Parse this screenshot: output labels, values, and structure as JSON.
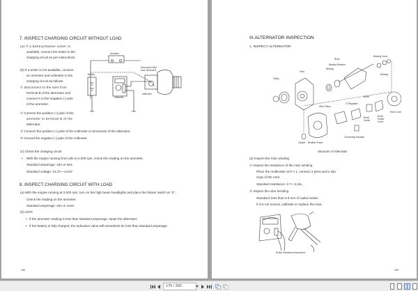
{
  "left_page": {
    "heading": "7. INSPECT CHARGING CIRCUIT WITHOUT LOAD",
    "a_lines": [
      "(a) If a battery/starter tester is",
      "available, connect the tester to the",
      "charging circuit as per instructions."
    ],
    "b_lines": [
      "(b) If a tester is not available, connect",
      "an ammeter and voltmeter to the",
      "charging circuit as follows."
    ],
    "step1_lines": [
      "①  Disconnect to the wire from",
      "terminal B of the alternator and",
      "connect it to the negative (-) pole",
      "of the ammeter."
    ],
    "step2_lines": [
      "②  Connect the positive (+) pole of the",
      "ammeter to terminal B of the",
      "alternator."
    ],
    "step3": "③  Connect the positive (+) pole of the voltmeter to terminal B of the alternator.",
    "step4": "④  Ground the negative (-) pole of the voltmeter.",
    "c_heading": "(c) Check the charging circuit",
    "c_bullet": "With the engine running from idle to 2,000 rpm, check the reading on the ammeter.",
    "c_amperage": "Standard amperage: 10A or less",
    "c_voltage": "Standard voltage: 13.2V—14.8V",
    "heading8": "8. INSPECT CHARGING CIRCUIT WITH LOAD",
    "h8_a": "(a) With the engine running at 2,000 rpm, turn on the high beam headlights and place the blower switch at \"4\".",
    "h8_check": "Check the reading on the ammeter.",
    "h8_amperage": "Standard amperage: 20A or more",
    "h8_hint": "(b) HINT:",
    "h8_bullet1": "If the ammeter reading is less than standard amperage, repair the alternator.",
    "h8_bullet2": "If the battery is fully charged, the indication value will sometimes be less than standard amperage.",
    "page_number": "168",
    "diagram": {
      "ammeter": "Ammeter",
      "battery": "Battery",
      "disconnect": "Disconnect Wire",
      "disconnect2": "from Terminal B",
      "voltmeter": "Voltmeter",
      "alternator": "Alternator"
    }
  },
  "right_page": {
    "heading": "III.ALTERNATOR INSPECTION",
    "subheading": "1. INSPECT ALTERNATOR",
    "figure_caption": "Structure of Alternator",
    "parts": {
      "rotor": "Rotor",
      "bearing_cover": "Bearing Cover",
      "bearing_retainer": "Bearing Retainer",
      "bearing_left": "Bearing",
      "bearing_right": "Bearing",
      "fixer": "Fixer",
      "pulley": "Pulley",
      "brush": "Brush",
      "ic_regulator": "IC Regulator",
      "wire_clamp": "Wire Clamp",
      "rear_cover": "Rear Cover",
      "brush_holder": "Brush Holder",
      "brush_holder_cover": "Brush Holder Cover",
      "connecting_insulator": "Connecting Insulator",
      "gasket": "Gasket",
      "rectifier_frame": "Rectifier Frame"
    },
    "a_heading": "(a)  Inspect the rotor winding",
    "step1": "①  Inspect the resistance of the rotor winding",
    "step1_l1": "Place the multimeter at R x 1, connect 2 pens and 2 slip",
    "step1_l2": "rings of the rotor.",
    "step1_std": "Standard resistance: 2.7—3.1Ω，",
    "step2": "②  Inspect the rotor bending",
    "step2_std": "Standard: less than 0.5 mm of radial motion",
    "step2_note": "If it is not normal, calibrate or replace the rotor.",
    "photo_caption": "Rotor Winding Inspection",
    "page_number": "169"
  },
  "toolbar": {
    "first_page": "first-page",
    "prev_page": "prev-page",
    "page_field": "175 / 392",
    "next_page": "next-page",
    "last_page": "last-page",
    "views": [
      "single-page",
      "continuous",
      "two-page",
      "two-page-continuous"
    ],
    "active_view": "two-page",
    "accent": "#5d7fa8"
  }
}
